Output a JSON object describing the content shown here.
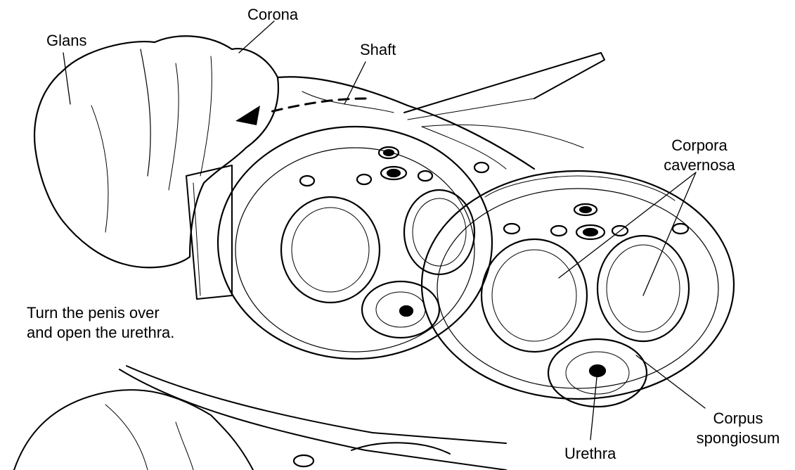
{
  "labels": {
    "glans": "Glans",
    "corona": "Corona",
    "shaft": "Shaft",
    "corpora_cavernosa_line1": "Corpora",
    "corpora_cavernosa_line2": "cavernosa",
    "corpus_spongiosum_line1": "Corpus",
    "corpus_spongiosum_line2": "spongiosum",
    "urethra": "Urethra"
  },
  "instruction": {
    "line1": "Turn the penis over",
    "line2": "and open the urethra."
  },
  "colors": {
    "ink": "#000000",
    "background": "#ffffff"
  }
}
